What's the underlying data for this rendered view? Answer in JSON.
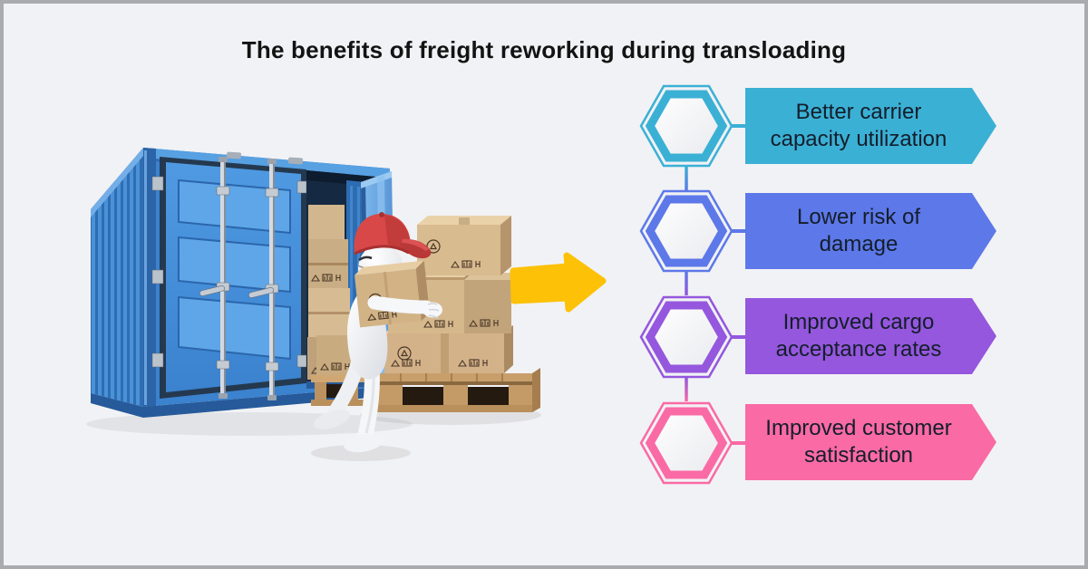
{
  "page": {
    "background": "#f1f2f5",
    "frame_color": "#a9abae"
  },
  "title": {
    "text": "The benefits of freight reworking during transloading",
    "color": "#131313"
  },
  "illustration": {
    "container_icon": "blue-shipping-container-open-doors",
    "worker_icon": "white-figure-with-red-cap-carrying-box",
    "cargo_icon": "cardboard-boxes-on-wooden-pallet",
    "arrow_icon": "yellow-right-arrow",
    "container_color": "#3b82cf",
    "box_color": "#d3b28a",
    "pallet_color": "#c89f6b",
    "cap_color": "#d84848",
    "arrow_color": "#fdc107"
  },
  "benefits": {
    "text_color": "#141e2b",
    "items": [
      {
        "line1": "Better carrier",
        "line2": "capacity utilization",
        "color": "#3bb0d5"
      },
      {
        "line1": "Lower risk of",
        "line2": "damage",
        "color": "#5d78e8"
      },
      {
        "line1": "Improved cargo",
        "line2": "acceptance rates",
        "color": "#9457dd"
      },
      {
        "line1": "Improved customer",
        "line2": "satisfaction",
        "color": "#fa6aa5"
      }
    ]
  }
}
